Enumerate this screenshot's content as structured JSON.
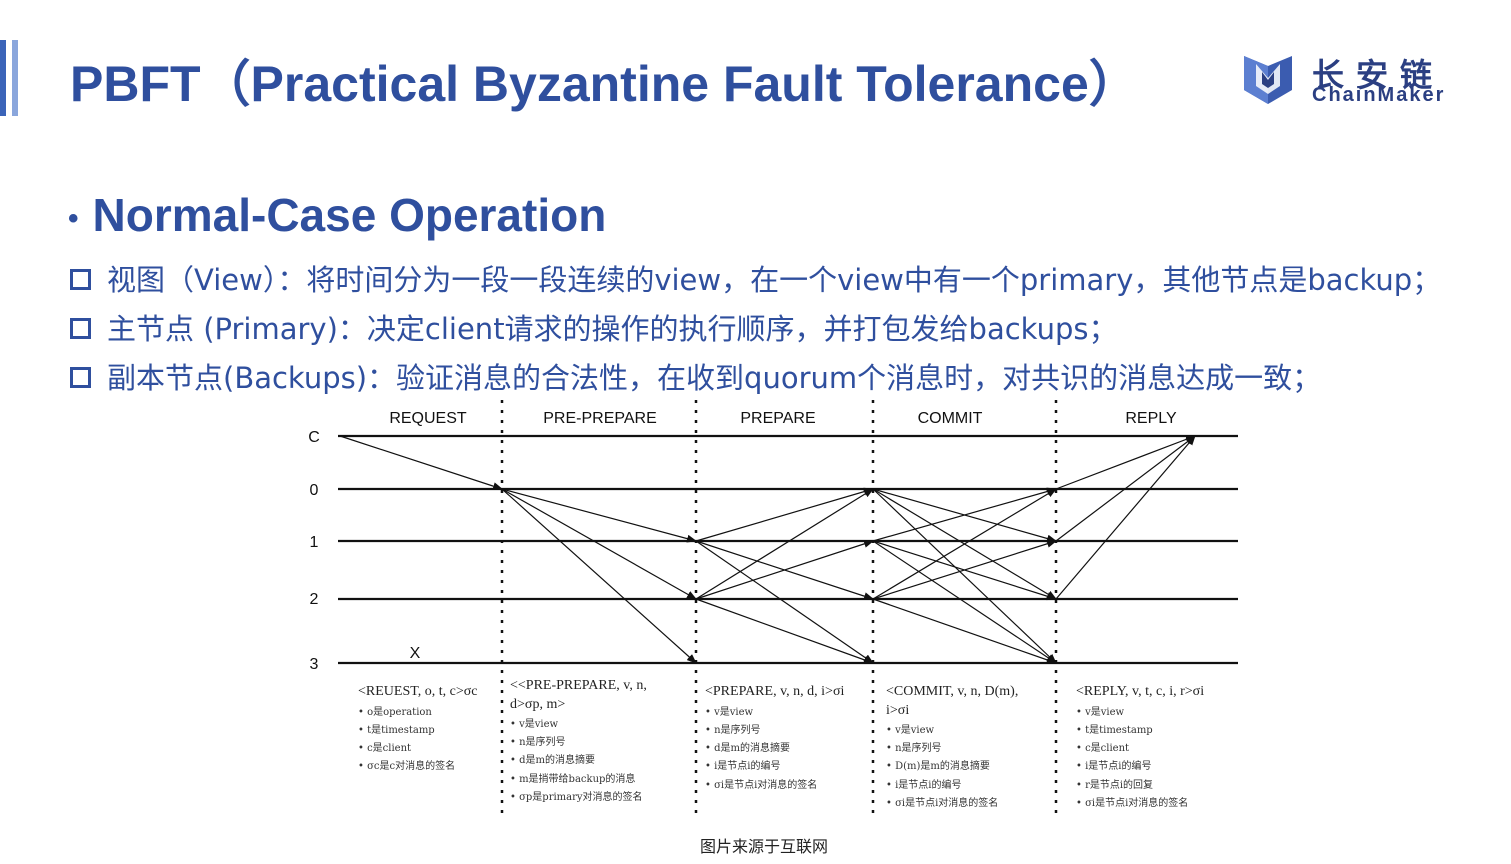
{
  "slide": {
    "title": "PBFT（Practical Byzantine Fault Tolerance）",
    "logo_cn": "长安链",
    "logo_en": "ChainMaker",
    "section_heading": "Normal-Case Operation",
    "points": [
      "视图（View）：将时间分为一段一段连续的view，在一个view中有一个primary，其他节点是backup；",
      "主节点 (Primary)：决定client请求的操作的执行顺序，并打包发给backups；",
      "副本节点(Backups)：验证消息的合法性，在收到quorum个消息时，对共识的消息达成一致；"
    ],
    "caption": "图片来源于互联网"
  },
  "diagram": {
    "phases": [
      "REQUEST",
      "PRE-PREPARE",
      "PREPARE",
      "COMMIT",
      "REPLY"
    ],
    "nodes": [
      "C",
      "0",
      "1",
      "2",
      "3"
    ],
    "faulty_mark": "X",
    "notes": [
      {
        "head": [
          "<REUEST, o, t, c>σc"
        ],
        "items": [
          "o是operation",
          "t是timestamp",
          "c是client",
          "σc是c对消息的签名"
        ]
      },
      {
        "head": [
          "<<PRE-PREPARE, v, n,",
          "d>σp, m>"
        ],
        "items": [
          "v是view",
          "n是序列号",
          "d是m的消息摘要",
          "m是捎带给backup的消息",
          "σp是primary对消息的签名"
        ]
      },
      {
        "head": [
          "<PREPARE, v, n, d, i>σi"
        ],
        "items": [
          "v是view",
          "n是序列号",
          "d是m的消息摘要",
          "i是节点i的编号",
          "σi是节点i对消息的签名"
        ]
      },
      {
        "head": [
          "<COMMIT, v, n, D(m),",
          "i>σi"
        ],
        "items": [
          "v是view",
          "n是序列号",
          "D(m)是m的消息摘要",
          "i是节点i的编号",
          "σi是节点i对消息的签名"
        ]
      },
      {
        "head": [
          "<REPLY, v, t, c, i, r>σi"
        ],
        "items": [
          "v是view",
          "t是timestamp",
          "c是client",
          "i是节点i的编号",
          "r是节点i的回复",
          "σi是节点i对消息的签名"
        ]
      }
    ]
  }
}
